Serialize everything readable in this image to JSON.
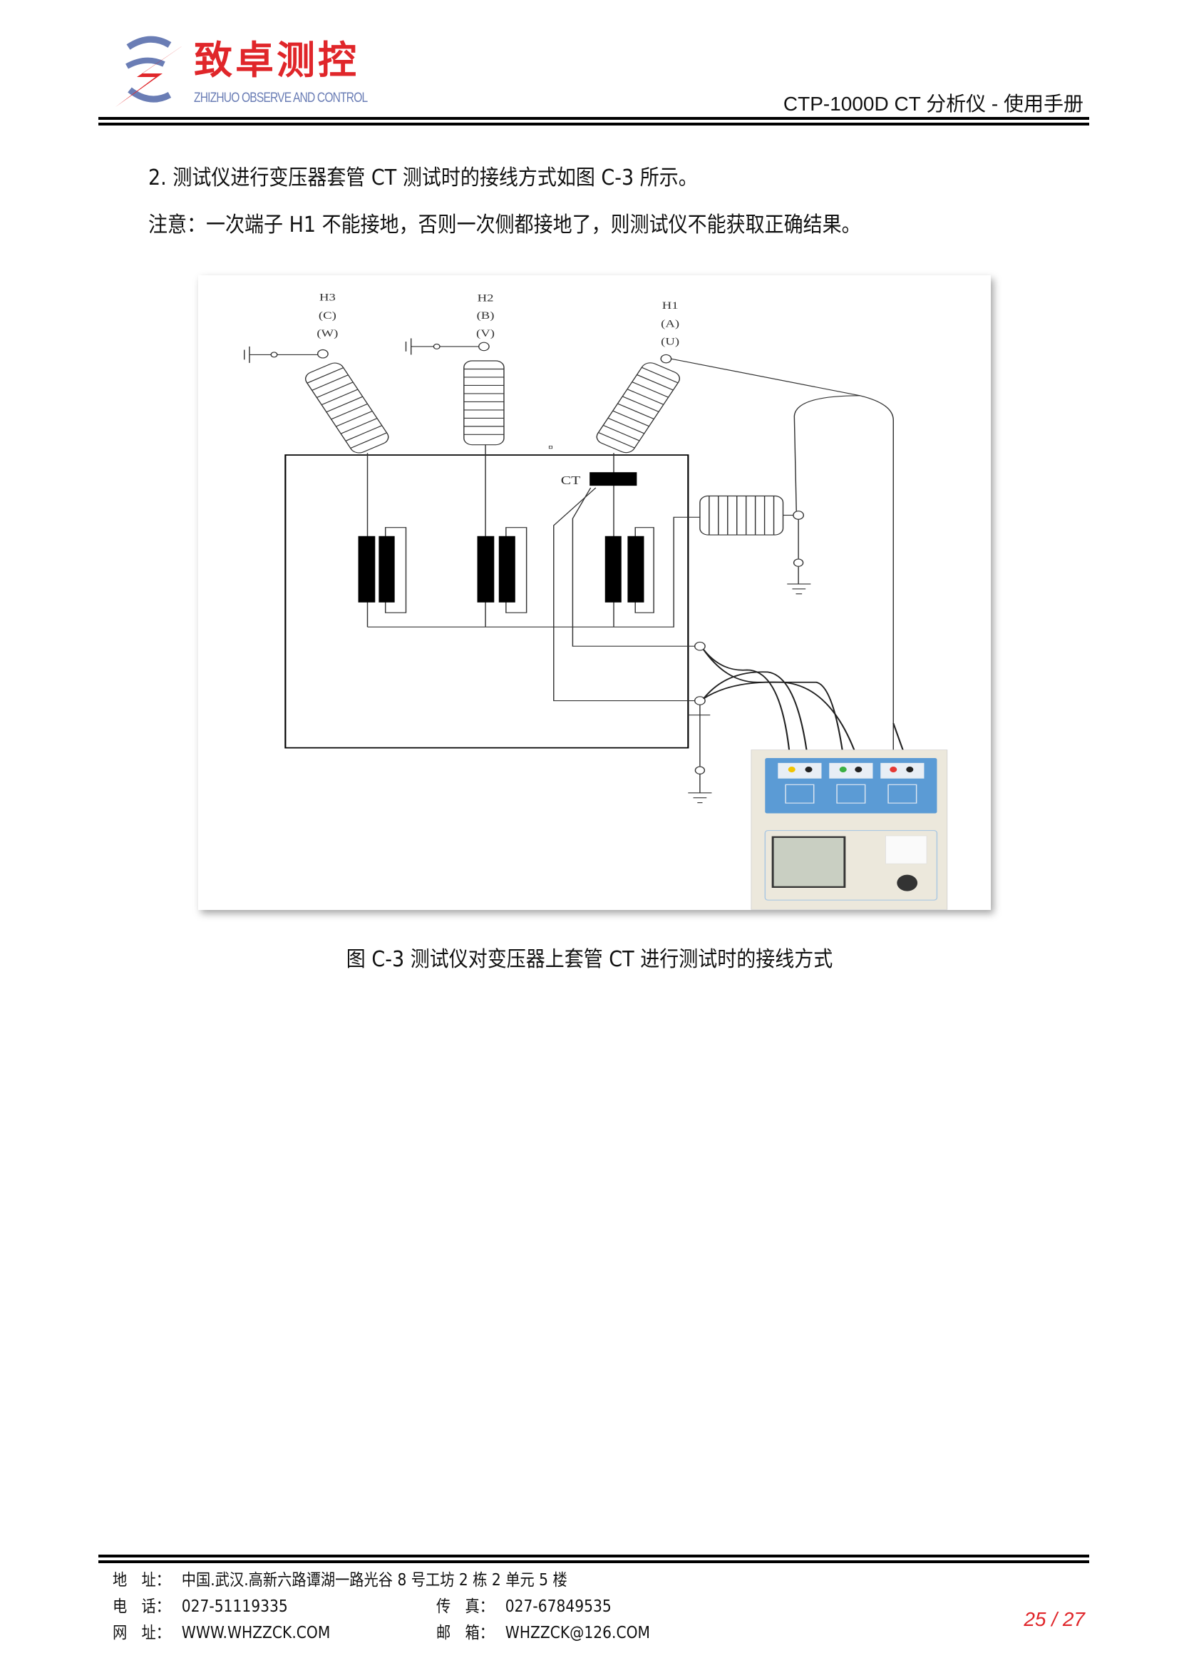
{
  "header": {
    "logo_cn": "致卓测控",
    "logo_en": "ZHIZHUO OBSERVE AND CONTROL",
    "doc_title": "CTP-1000D CT 分析仪 - 使用手册"
  },
  "body": {
    "paragraph_1": "2. 测试仪进行变压器套管 CT 测试时的接线方式如图 C-3 所示。",
    "paragraph_2": "注意：一次端子 H1 不能接地，否则一次侧都接地了，则测试仪不能获取正确结果。"
  },
  "figure": {
    "labels": {
      "h3": [
        "H3",
        "(C)",
        "(W)"
      ],
      "h2": [
        "H2",
        "(B)",
        "(V)"
      ],
      "h1": [
        "H1",
        "(A)",
        "(U)"
      ],
      "ct": "CT"
    },
    "colors": {
      "panel": "#5b9bd5",
      "case": "#ece8dc",
      "yellow": "#f2c500",
      "green": "#3cb043",
      "red": "#e53935"
    },
    "caption": "图 C-3  测试仪对变压器上套管 CT 进行测试时的接线方式"
  },
  "footer": {
    "address_label": "地　址：",
    "address": "中国.武汉.高新六路谭湖一路光谷 8 号工坊 2 栋 2 单元 5 楼",
    "phone_label": "电　话：",
    "phone": "027-51119335",
    "fax_label": "传　真：",
    "fax": "027-67849535",
    "web_label": "网　址：",
    "web": "WWW.WHZZCK.COM",
    "email_label": "邮　箱：",
    "email": "WHZZCK@126.COM",
    "page": "25 / 27"
  }
}
